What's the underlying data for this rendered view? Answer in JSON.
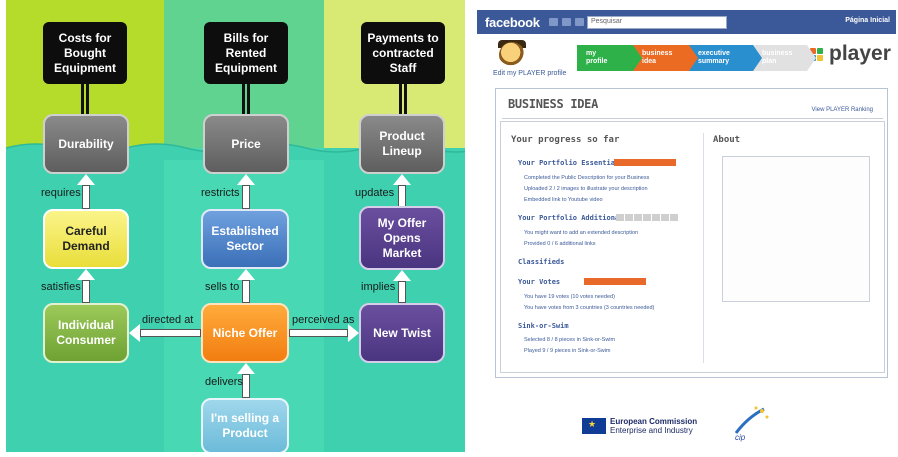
{
  "diagram": {
    "top_boxes": [
      "Costs for Bought Equipment",
      "Bills for Rented Equipment",
      "Payments to contracted Staff"
    ],
    "row2": [
      "Durability",
      "Price",
      "Product Lineup"
    ],
    "row3": [
      "Careful Demand",
      "Established Sector",
      "My Offer Opens Market"
    ],
    "row4": [
      "Individual Consumer",
      "Niche Offer",
      "New Twist"
    ],
    "bottom_box": "I'm selling a Product",
    "labels": {
      "requires": "requires",
      "restricts": "restricts",
      "updates": "updates",
      "satisfies": "satisfies",
      "sells_to": "sells to",
      "implies": "implies",
      "directed_at": "directed at",
      "perceived_as": "perceived as",
      "delivers": "delivers"
    },
    "colors": {
      "yellow": "#fbf48a",
      "blue": "#3b6fb8",
      "purple": "#4a3580",
      "green": "#6ea233",
      "orange": "#f27d10",
      "cyan": "#6cbbd9",
      "gray": "#5e5e5e"
    }
  },
  "fb": {
    "logo": "facebook",
    "search_placeholder": "Pesquisar",
    "home": "Página Inicial",
    "edit_profile": "Edit my PLAYER profile",
    "steps": [
      {
        "line1": "my",
        "line2": "profile"
      },
      {
        "line1": "business",
        "line2": "idea"
      },
      {
        "line1": "executive",
        "line2": "summary"
      },
      {
        "line1": "business",
        "line2": "plan"
      }
    ],
    "brand": "player",
    "panel_title": "BUSINESS IDEA",
    "ranking_link": "View PLAYER Ranking",
    "progress_title": "Your progress so far",
    "about_title": "About",
    "sections": {
      "essentials": {
        "title": "Your Portfolio Essentials",
        "lines": [
          "Completed the Public Description for your Business",
          "Uploaded 2 / 2 images to illustrate your description",
          "Embedded link to Youtube video"
        ]
      },
      "additional": {
        "title": "Your Portfolio Additional",
        "lines": [
          "You might want to add an extended description",
          "Provided 0 / 6 additional links"
        ]
      },
      "classifieds": {
        "title": "Classifieds"
      },
      "votes": {
        "title": "Your Votes",
        "lines": [
          "You have 19 votes (10 votes needed)",
          "You have votes from 3 countries (3 countries needed)"
        ]
      },
      "sink": {
        "title": "Sink-or-Swim",
        "lines": [
          "Selected 8 / 8 pieces in Sink-or-Swim",
          "Played 9 / 9 pieces in Sink-or-Swim"
        ]
      }
    },
    "footer": {
      "ec_line1": "European Commission",
      "ec_line2": "Enterprise and Industry",
      "cip": "cip"
    },
    "colors": {
      "fb_blue": "#3b5998",
      "orange_bar": "#e8692a",
      "step_green": "#2fb14a",
      "step_orange": "#ec6b22",
      "step_blue": "#2a8fcf"
    }
  }
}
